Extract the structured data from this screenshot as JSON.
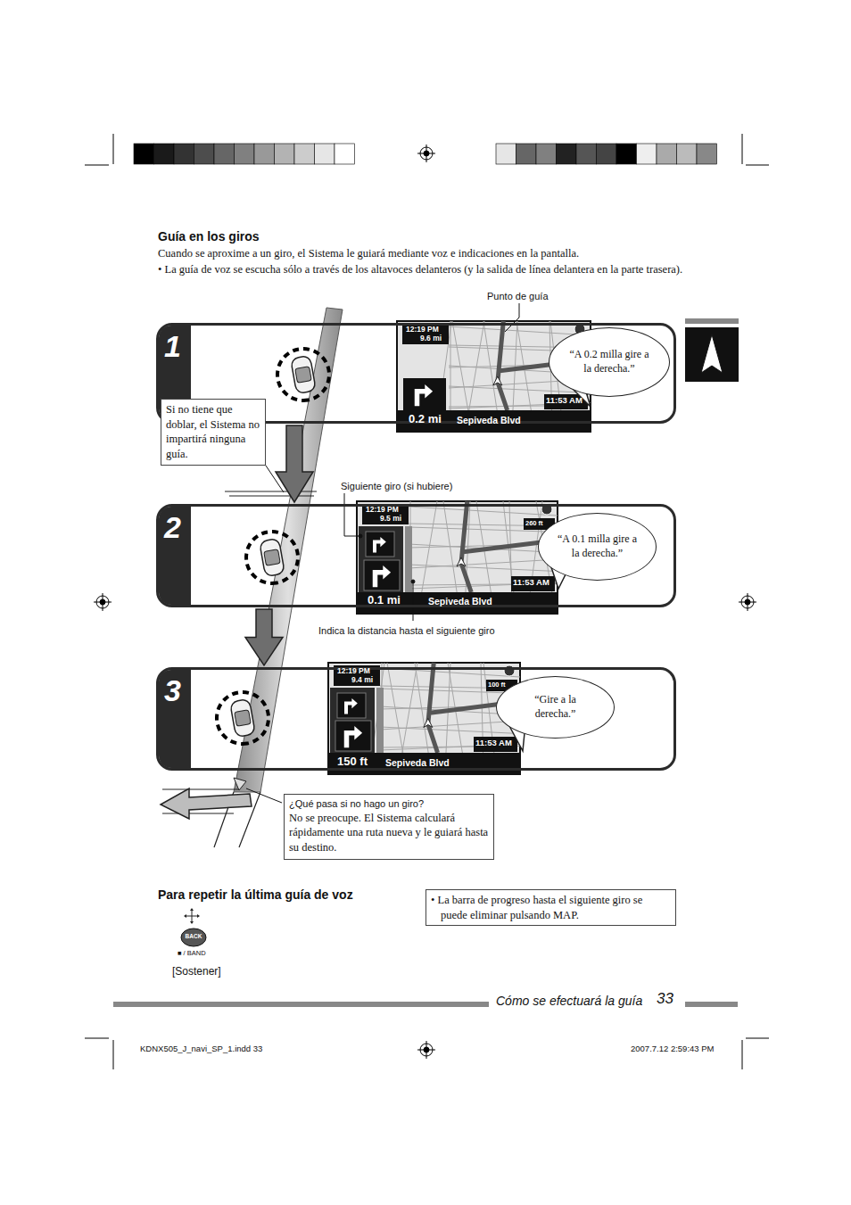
{
  "diagram": {
    "title": "Guía en los giros",
    "nodes": [
      {
        "text": [
          "1"
        ]
      },
      {
        "text": [
          "“A 0.2 milla gire a la derecha.”"
        ],
        "in": 0
      },
      {
        "text": [
          "Si no tiene que doblar, el Sistema no impartirá ninguna guía."
        ]
      },
      {
        "text": [
          "2"
        ]
      },
      {
        "text": [
          "“A 0.1 milla gire a la derecha.”"
        ],
        "in": 3
      },
      {
        "text": [
          "3"
        ]
      },
      {
        "text": [
          "“Gire a la derecha.”"
        ],
        "in": 5
      },
      {
        "text": [
          "¿Qué pasa si no hago un giro?",
          "No se preocupe. El Sistema calculará rápidamente una ruta nueva y le guiará hasta su destino."
        ]
      },
      {
        "text": [
          "• La barra de progreso hasta el siguiente giro se puede eliminar pulsando MAP."
        ]
      }
    ],
    "edges": [
      {
        "from": 0,
        "to": 3,
        "arrow": "to"
      },
      {
        "from": 3,
        "to": 5,
        "arrow": "to"
      }
    ],
    "labels": [
      "Cuando se aproxime a un giro, el Sistema le guiará mediante voz e indicaciones en la pantalla.",
      "• La guía de voz se escucha sólo a través de los altavoces delanteros (y la salida de línea delantera en la parte trasera).",
      "Punto de guía",
      "12:19 PM",
      "9.6 mi",
      "0.2 mi",
      "Sepiveda Blvd",
      "11:53 AM",
      "Siguiente giro (si hubiere)",
      "12:19 PM",
      "9.5 mi",
      "260 ft",
      "0.1 mi",
      "Sepiveda Blvd",
      "11:53 AM",
      "Indica la distancia hasta el siguiente giro",
      "12:19 PM",
      "9.4 mi",
      "100 ft",
      "150 ft",
      "Sepiveda Blvd",
      "11:53 AM",
      "Para repetir la última guía de voz",
      "BACK",
      "■ / BAND",
      "[Sostener]",
      "Cómo se efectuará la guía",
      "33",
      "KDNX505_J_navi_SP_1.indd 33",
      "2007.7.12 2:59:43 PM"
    ]
  }
}
